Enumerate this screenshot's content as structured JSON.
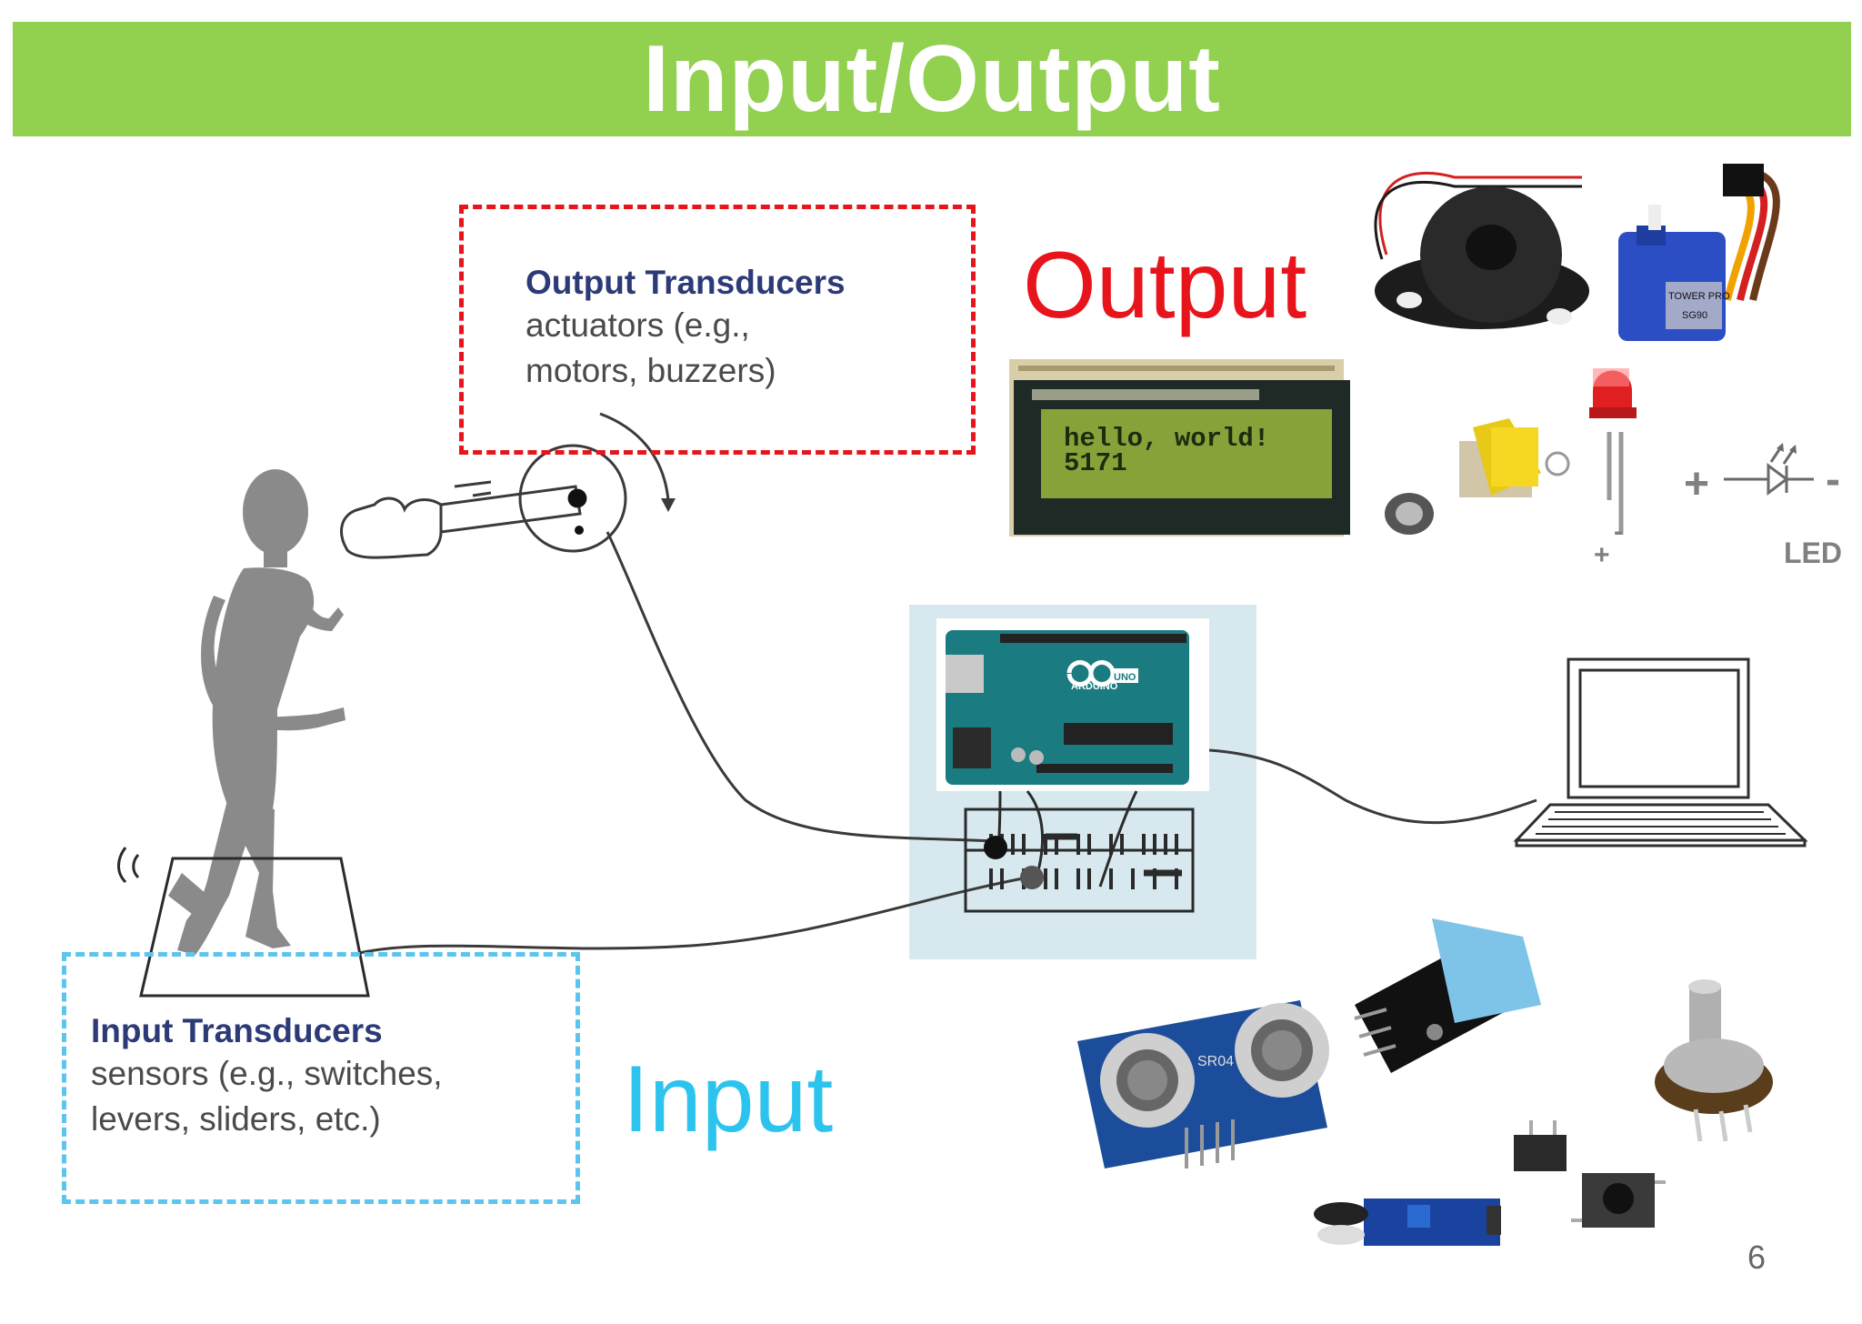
{
  "slide": {
    "title": "Input/Output",
    "page_number": "6"
  },
  "output_section": {
    "label": "Output",
    "transducer_heading": "Output Transducers",
    "transducer_line1": "actuators (e.g.,",
    "transducer_line2": "motors, buzzers)",
    "lcd_line1": "hello, world!",
    "lcd_line2": "5171",
    "led_label": "LED",
    "plus": "+",
    "minus": "-",
    "servo_brand": "TOWER PRO",
    "servo_model": "SG90"
  },
  "input_section": {
    "label": "Input",
    "transducer_heading": "Input Transducers",
    "transducer_line1": "sensors (e.g., switches,",
    "transducer_line2": "levers, sliders, etc.)",
    "ultrasonic_model": "SR04"
  },
  "board": {
    "brand": "ARDUINO",
    "model": "UNO"
  },
  "colors": {
    "title_bar": "#92d050",
    "output_red": "#e8141c",
    "input_blue": "#2cc4ee",
    "arduino_teal": "#1a7c80"
  }
}
